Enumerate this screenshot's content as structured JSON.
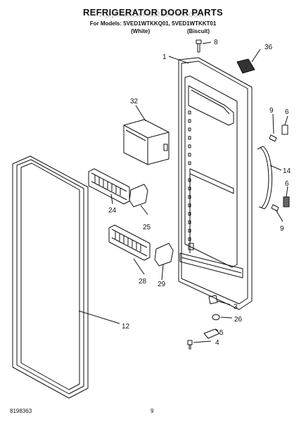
{
  "header": {
    "title": "REFRIGERATOR DOOR PARTS",
    "models_line": "For Models: 5VED1WTKKQ01, 5VED1WTKKT01",
    "color_white": "(White)",
    "color_biscuit": "(Biscuit)",
    "watermark": "AppliancePartsPros.com"
  },
  "callouts": {
    "c1": "1",
    "c8": "8",
    "c36": "36",
    "c32": "32",
    "c9a": "9",
    "c6a": "6",
    "c14": "14",
    "c6b": "6",
    "c9b": "9",
    "c24": "24",
    "c25": "25",
    "c28": "28",
    "c29": "29",
    "c3": "3",
    "c26": "26",
    "c5": "5",
    "c4": "4",
    "c12": "12"
  },
  "footer": {
    "doc_number": "8198363",
    "page_number": "9"
  }
}
